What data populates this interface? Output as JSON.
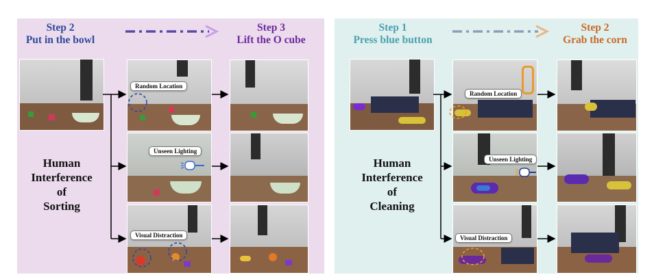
{
  "left": {
    "step_a": {
      "title": "Step 2",
      "subtitle": "Put in the bowl"
    },
    "step_b": {
      "title": "Step 3",
      "subtitle": "Lift the O cube"
    },
    "center_title": [
      "Human",
      "Interference",
      "of",
      "Sorting"
    ],
    "tags": [
      "Random Location",
      "Unseen Lighting",
      "Visual Distraction"
    ]
  },
  "right": {
    "step_a": {
      "title": "Step 1",
      "subtitle": "Press blue button"
    },
    "step_b": {
      "title": "Step 2",
      "subtitle": "Grab the corn"
    },
    "center_title": [
      "Human",
      "Interference",
      "of",
      "Cleaning"
    ],
    "tags": [
      "Random Location",
      "Unseen Lighting",
      "Visual Distraction"
    ]
  },
  "colors": {
    "left_bg": "#ecdaed",
    "right_bg": "#dff0ee",
    "step_blue": "#2d4a9a",
    "step_purple": "#6a2a9a",
    "step_teal": "#4aa0b0",
    "step_orange": "#c8692a",
    "arrow_left": "#5a4aa8",
    "arrow_right": "#e8b88a"
  }
}
